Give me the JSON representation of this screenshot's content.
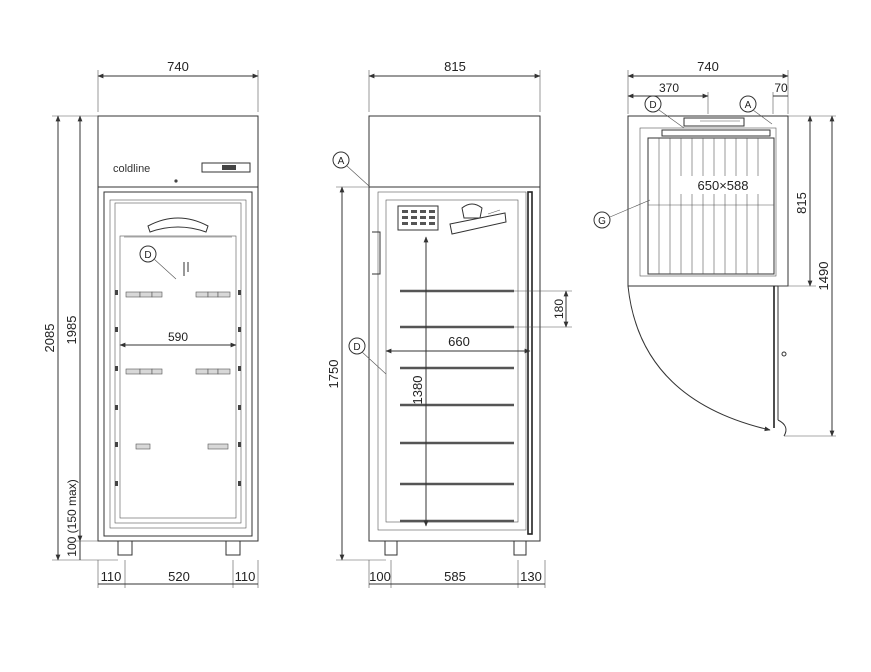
{
  "front_view": {
    "width_label": "740",
    "height_total_label": "2085",
    "height_body_label": "1985",
    "legs_label": "100 (150 max)",
    "inner_width_label": "590",
    "bottom_left_label": "110",
    "bottom_center_label": "520",
    "bottom_right_label": "110",
    "brand_text": "coldline",
    "callout_d": "D"
  },
  "side_view": {
    "width_label": "815",
    "height_label": "1750",
    "depth_inner_label": "660",
    "inner_height_label": "1380",
    "shelf_gap_label": "180",
    "bottom_left_label": "100",
    "bottom_center_label": "585",
    "bottom_right_label": "130",
    "callout_a": "A",
    "callout_d": "D"
  },
  "top_view": {
    "width_label": "740",
    "left_segment_label": "370",
    "right_segment_label": "70",
    "depth_label": "815",
    "door_open_label": "1490",
    "grid_label": "650×588",
    "callout_d": "D",
    "callout_a": "A",
    "callout_g": "G"
  },
  "colors": {
    "line": "#333333",
    "fill_grey": "#d8d8d8",
    "background": "#ffffff"
  }
}
